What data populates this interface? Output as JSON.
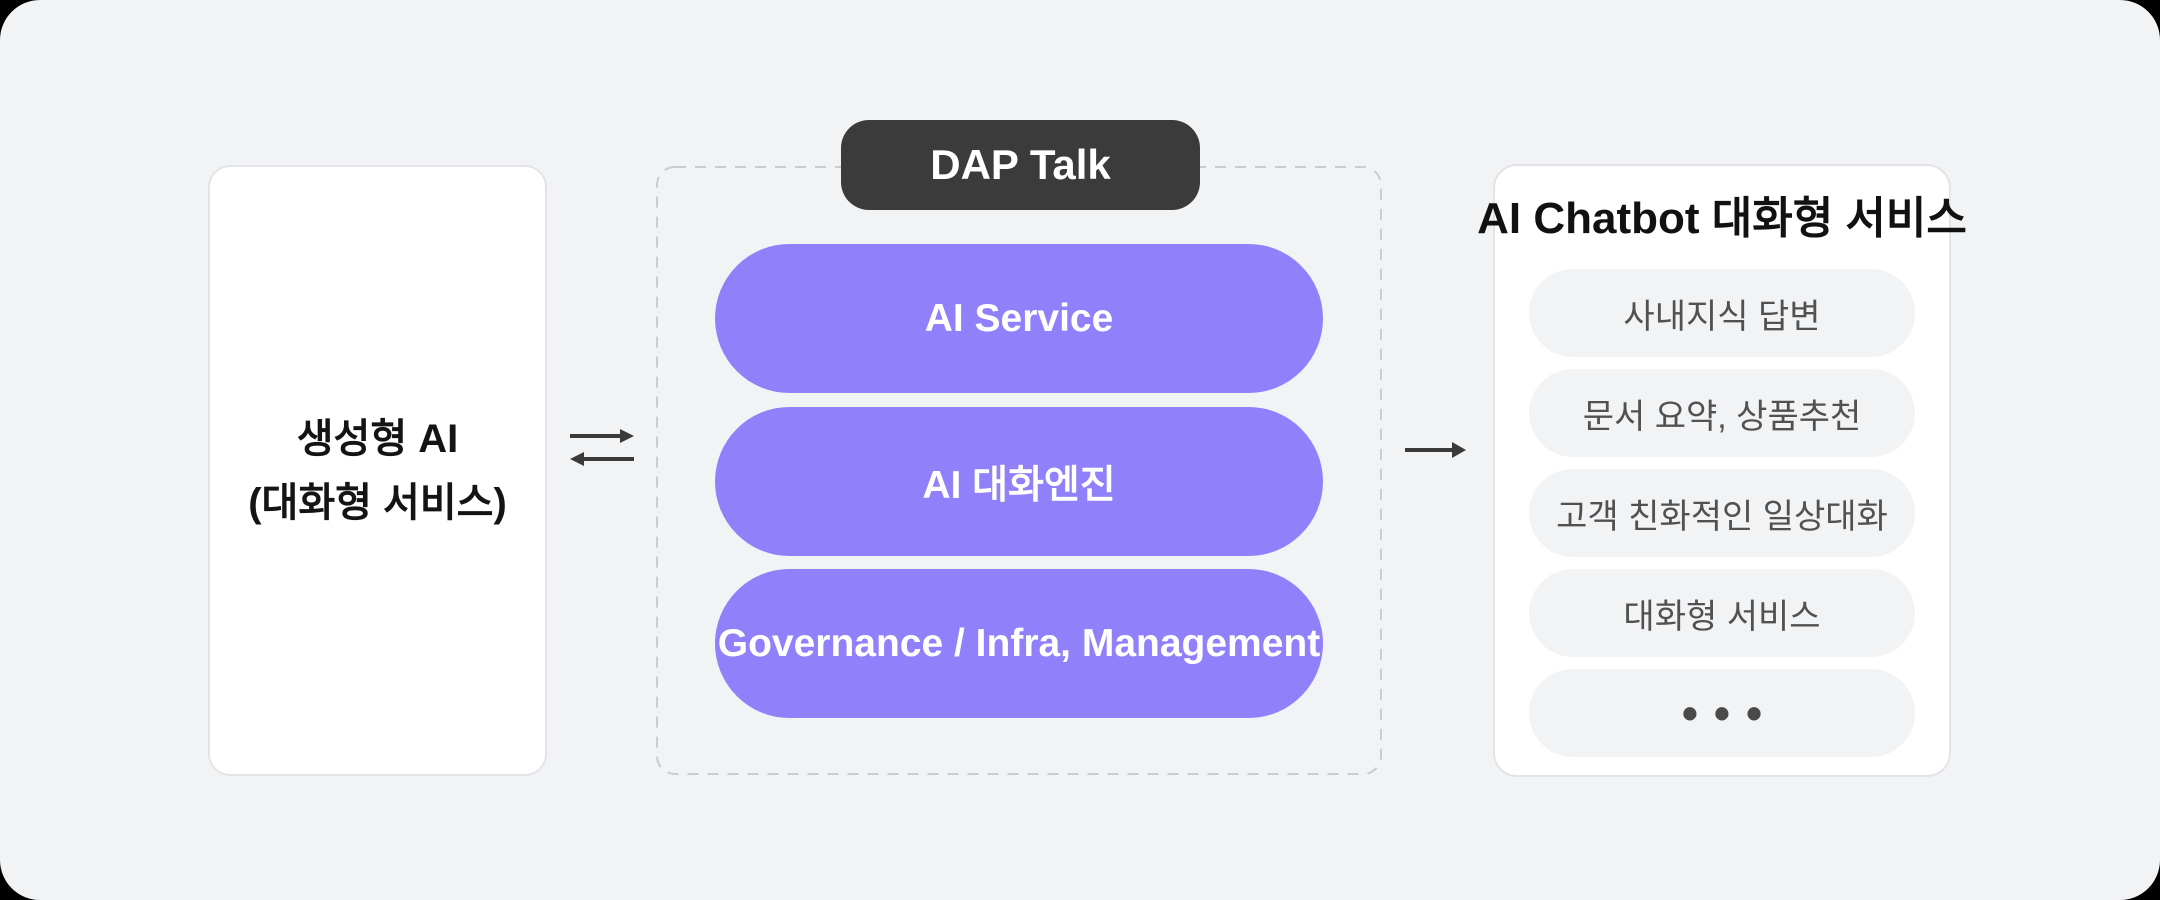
{
  "palette": {
    "outside_bg": "#000000",
    "panel_bg": "#F2F3F5",
    "card_bg": "#FFFFFF",
    "card_border": "#E2E4E8",
    "dashed_border": "#C9CCD1",
    "accent_purple": "#9080FA",
    "badge_dark": "#3B3B3B",
    "chip_bg": "#F1F3F5",
    "chip_text": "#515151",
    "heading_text": "#141414",
    "arrow": "#3A3A3A"
  },
  "left_card": {
    "line1": "생성형 AI",
    "line2": "(대화형 서비스)"
  },
  "icons": {
    "exchange_arrows": "bidirectional-horizontal-arrows",
    "flow_arrow": "right-arrow"
  },
  "dap_group": {
    "badge_label": "DAP Talk",
    "layers": [
      {
        "label": "AI Service"
      },
      {
        "label": "AI 대화엔진"
      },
      {
        "label": "Governance / Infra, Management"
      }
    ]
  },
  "right_card": {
    "title": "AI Chatbot 대화형 서비스",
    "chips": [
      {
        "label": "사내지식 답변"
      },
      {
        "label": "문서 요약, 상품추천"
      },
      {
        "label": "고객 친화적인 일상대화"
      },
      {
        "label": "대화형 서비스"
      },
      {
        "label": "•••"
      }
    ]
  }
}
